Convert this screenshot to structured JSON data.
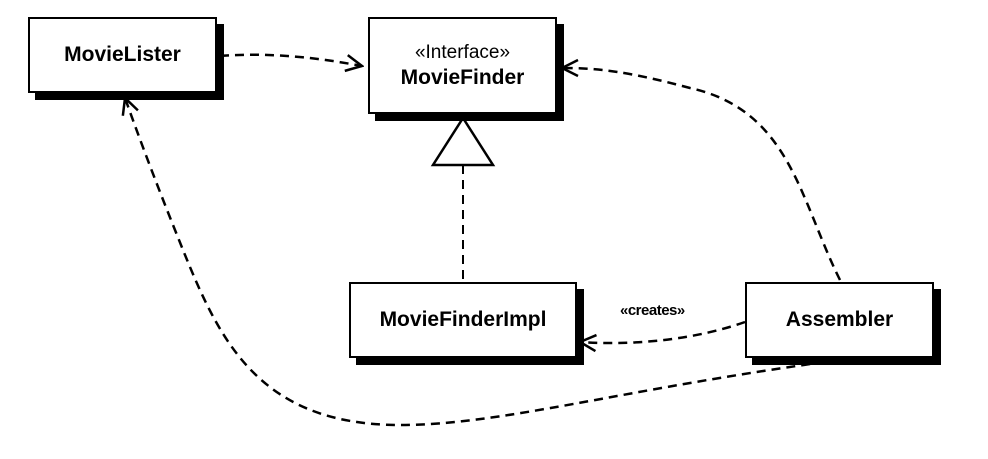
{
  "classes": {
    "movie_lister": {
      "name": "MovieLister"
    },
    "movie_finder": {
      "stereotype": "«Interface»",
      "name": "MovieFinder"
    },
    "movie_finder_impl": {
      "name": "MovieFinderImpl"
    },
    "assembler": {
      "name": "Assembler"
    }
  },
  "edges": {
    "creates_label": "«creates»"
  },
  "colors": {
    "line": "#000000",
    "background": "#ffffff"
  }
}
